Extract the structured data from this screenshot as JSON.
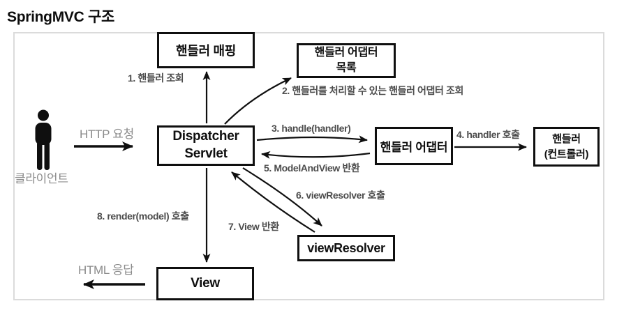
{
  "title": "SpringMVC 구조",
  "client": {
    "label": "클라이언트"
  },
  "nodes": {
    "handler_mapping": {
      "label": "핸들러 매핑"
    },
    "handler_adapter_list": {
      "line1": "핸들러 어댑터",
      "line2": "목록"
    },
    "dispatcher_servlet": {
      "line1": "Dispatcher",
      "line2": "Servlet"
    },
    "handler_adapter": {
      "label": "핸들러 어댑터"
    },
    "handler_controller": {
      "line1": "핸들러",
      "line2": "(컨트롤러)"
    },
    "view_resolver": {
      "label": "viewResolver"
    },
    "view": {
      "label": "View"
    }
  },
  "labels": {
    "step1": "1. 핸들러 조회",
    "step2": "2. 핸들러를 처리할 수 있는 핸들러 어댑터 조회",
    "step3": "3. handle(handler)",
    "step4": "4. handler 호출",
    "step5": "5. ModelAndView 반환",
    "step6": "6. viewResolver 호출",
    "step7": "7. View 반환",
    "step8": "8. render(model) 호출",
    "http_request": "HTTP 요청",
    "html_response": "HTML 응답"
  },
  "colors": {
    "box_border": "#0f0f0f",
    "arrow": "#0f0f0f",
    "step_label_text": "#4d4d4d",
    "gray_label_text": "#8b8b8b",
    "panel_border": "#dbdbdb",
    "background": "#ffffff"
  }
}
